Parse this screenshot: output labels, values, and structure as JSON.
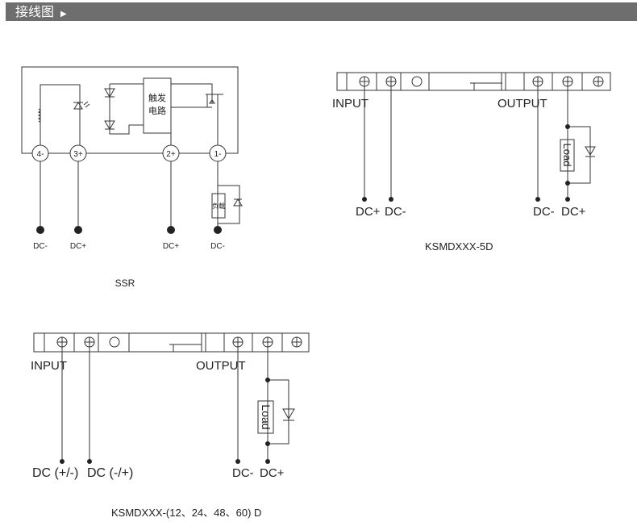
{
  "header": {
    "title": "接线图",
    "arrow_icon": "triangle-right-icon"
  },
  "ssr": {
    "terminals": [
      "4-",
      "3+",
      "2+",
      "1-"
    ],
    "trigger": [
      "触发",
      "电路"
    ],
    "load": "负载",
    "dc": [
      "DC-",
      "DC+",
      "DC+",
      "DC-"
    ],
    "caption": "SSR"
  },
  "d5": {
    "input": "INPUT",
    "output": "OUTPUT",
    "load": "Load",
    "dc": [
      "DC+",
      "DC-",
      "DC-",
      "DC+"
    ],
    "caption": "KSMDXXX-5D"
  },
  "dn": {
    "input": "INPUT",
    "output": "OUTPUT",
    "load": "Load",
    "dc": [
      "DC (+/-)",
      "DC (-/+)",
      "DC-",
      "DC+"
    ],
    "caption": "KSMDXXX-(12、24、48、60) D"
  }
}
